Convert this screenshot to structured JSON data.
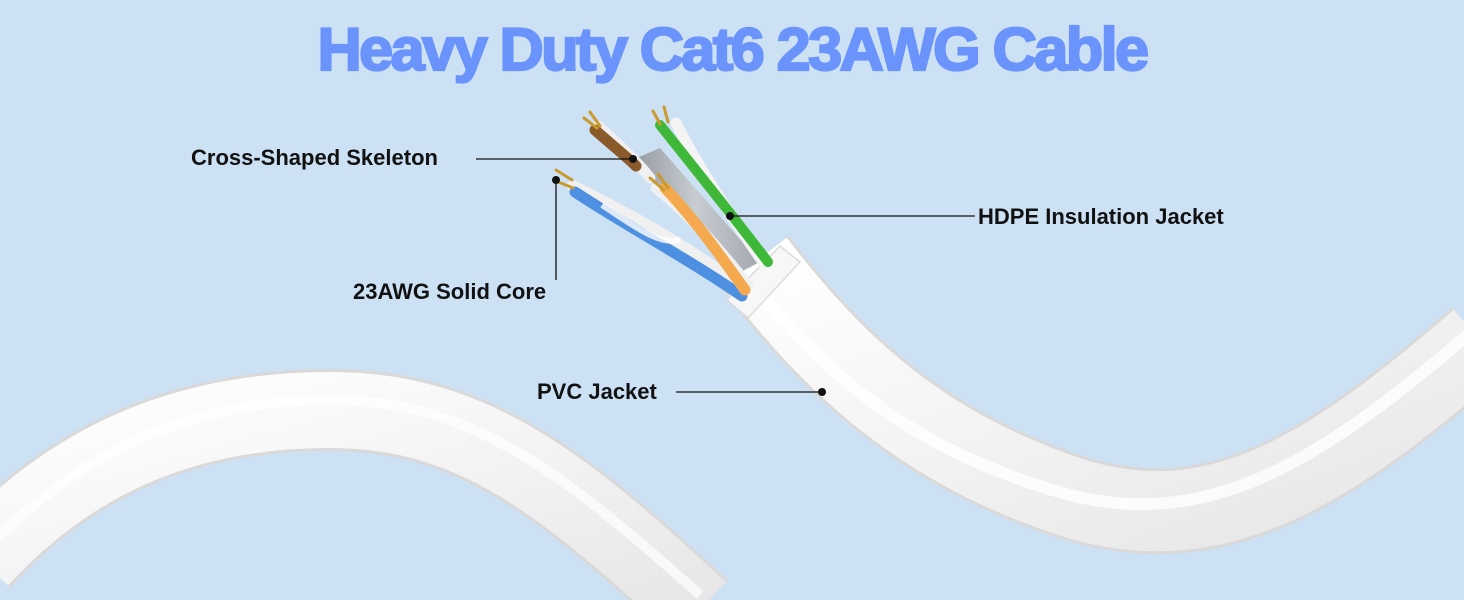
{
  "title": "Heavy Duty Cat6 23AWG Cable",
  "colors": {
    "background": "#cde1f5",
    "title": "#6a93fb",
    "label_text": "#111111",
    "leader_line": "#111111",
    "cable_jacket": "#f4f4f4",
    "wire_blue": "#4d8fe0",
    "wire_orange": "#f4a94e",
    "wire_green": "#3fb83a",
    "wire_brown": "#8b5a2b",
    "wire_white": "#f0f0f0",
    "skeleton": "#a9adb2",
    "copper": "#c99a2e"
  },
  "callouts": [
    {
      "id": "skeleton",
      "label": "Cross-Shaped Skeleton"
    },
    {
      "id": "hdpe",
      "label": "HDPE Insulation Jacket"
    },
    {
      "id": "core",
      "label": "23AWG Solid Core"
    },
    {
      "id": "pvc",
      "label": "PVC Jacket"
    }
  ]
}
